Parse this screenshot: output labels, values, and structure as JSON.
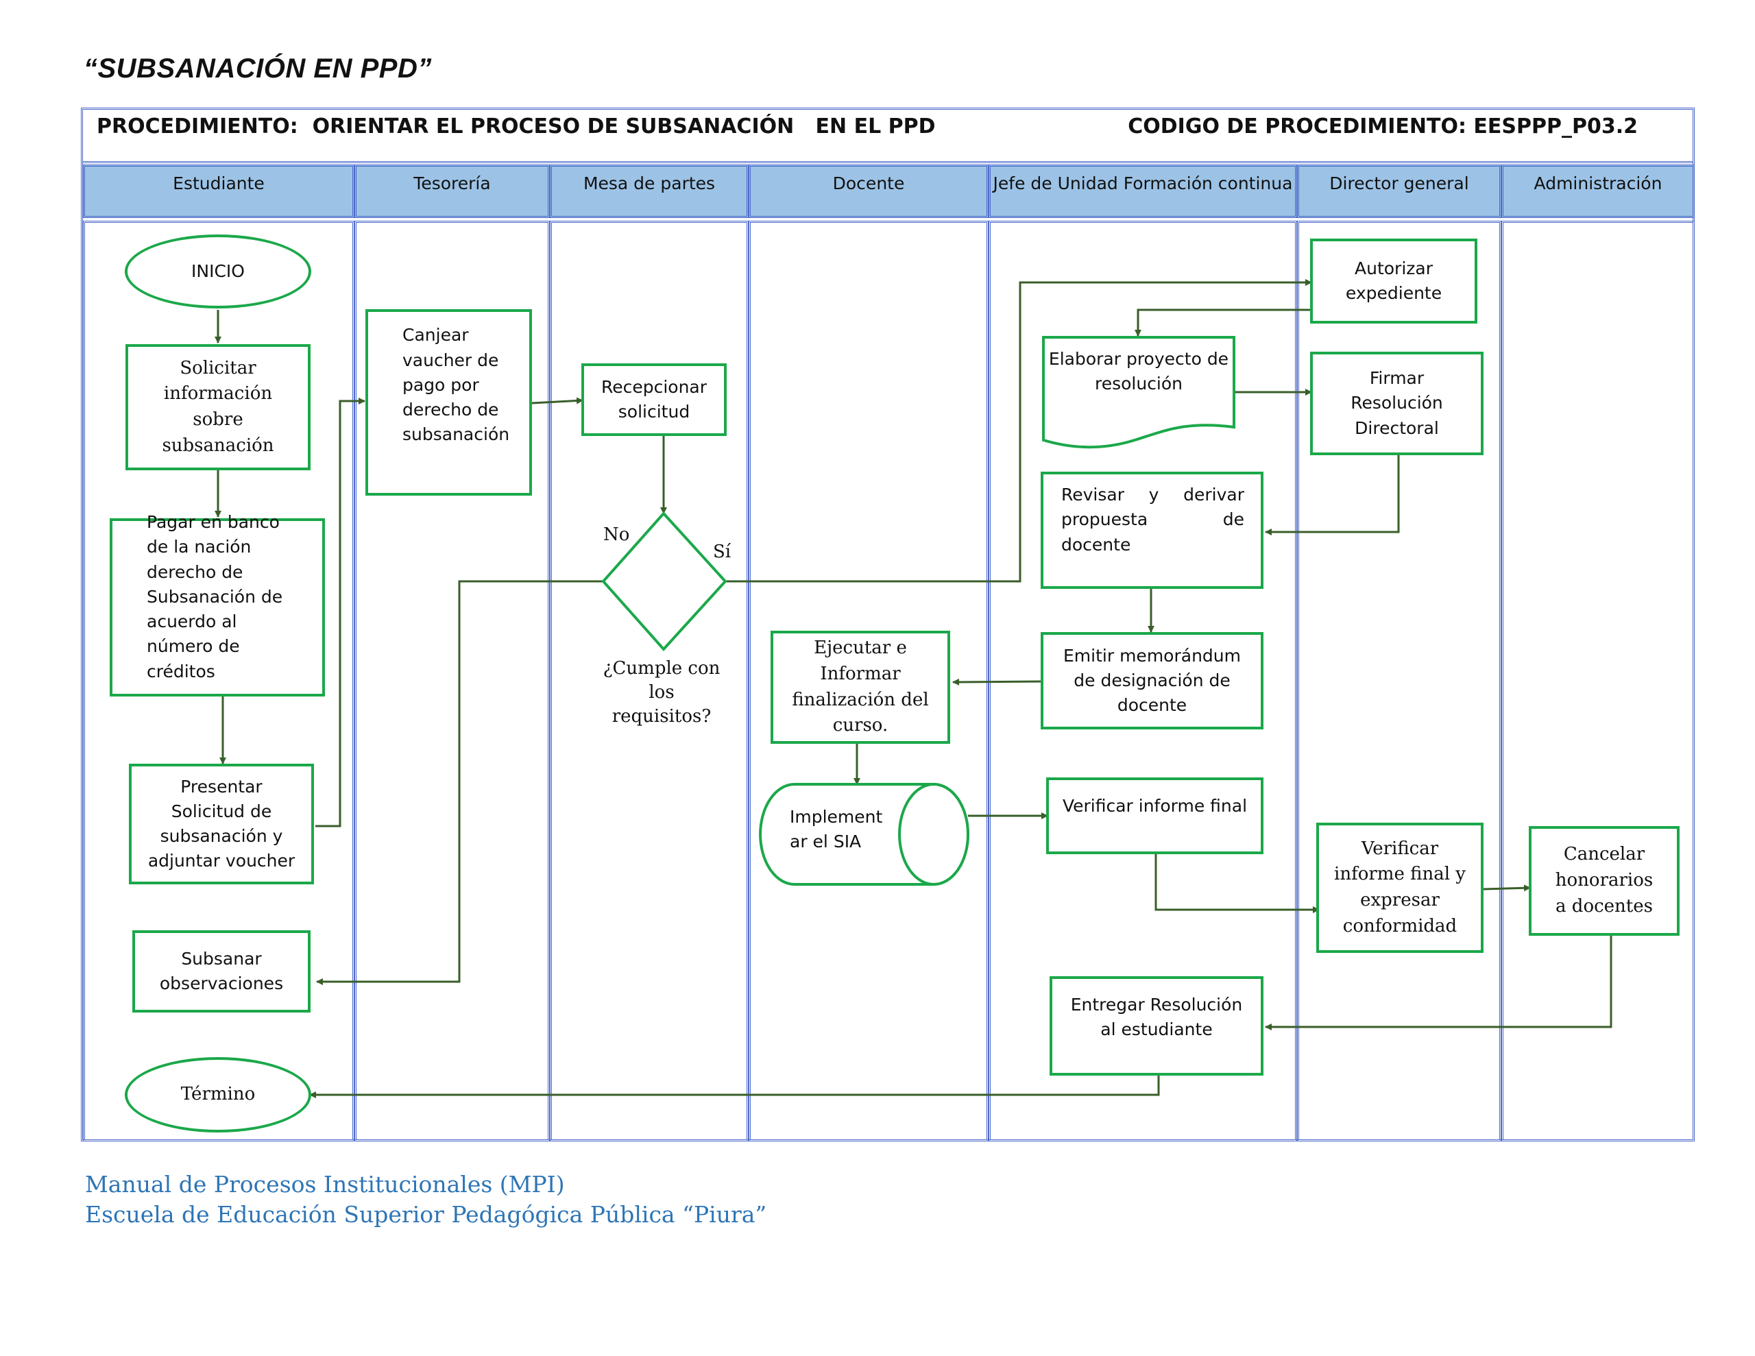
{
  "title": "“SUBSANACIÓN EN PPD”",
  "header": {
    "procedure": "PROCEDIMIENTO:  ORIENTAR EL PROCESO DE SUBSANACIÓN   EN EL PPD",
    "code": "CODIGO DE PROCEDIMIENTO: EESPPP_P03.2"
  },
  "lanes": [
    "Estudiante",
    "Tesorería",
    "Mesa de partes",
    "Docente",
    "Jefe de Unidad Formación continua",
    "Director general",
    "Administración"
  ],
  "nodes": {
    "inicio": "INICIO",
    "solicitar": "Solicitar información sobre subsanación",
    "pagar": "Pagar en banco de la nación derecho de Subsanación de acuerdo al número de créditos",
    "presentar": "Presentar Solicitud de subsanación y adjuntar voucher",
    "subsanar": "Subsanar observaciones",
    "termino": "Término",
    "canjear": "Canjear vaucher de pago por derecho de subsanación",
    "recepcionar": "Recepcionar solicitud",
    "decision": "¿Cumple con los requisitos?",
    "no": "No",
    "si": "Sí",
    "ejecutar": "Ejecutar e Informar finalización del curso.",
    "implementar": "Implementar el SIA",
    "elaborar": "Elaborar proyecto de resolución",
    "revisar": "Revisar y derivar propuesta de docente",
    "emitir": "Emitir memorándum de designación de docente",
    "verificar_informe": "Verificar informe final",
    "entregar": "Entregar Resolución al estudiante",
    "autorizar": "Autorizar expediente",
    "firmar": "Firmar Resolución Directoral",
    "verificar_conformidad": "Verificar informe final y expresar conformidad",
    "cancelar": "Cancelar honorarios a docentes"
  },
  "footer": {
    "line1": "Manual de Procesos Institucionales (MPI)",
    "line2": "Escuela de Educación Superior Pedagógica Pública “Piura”"
  }
}
